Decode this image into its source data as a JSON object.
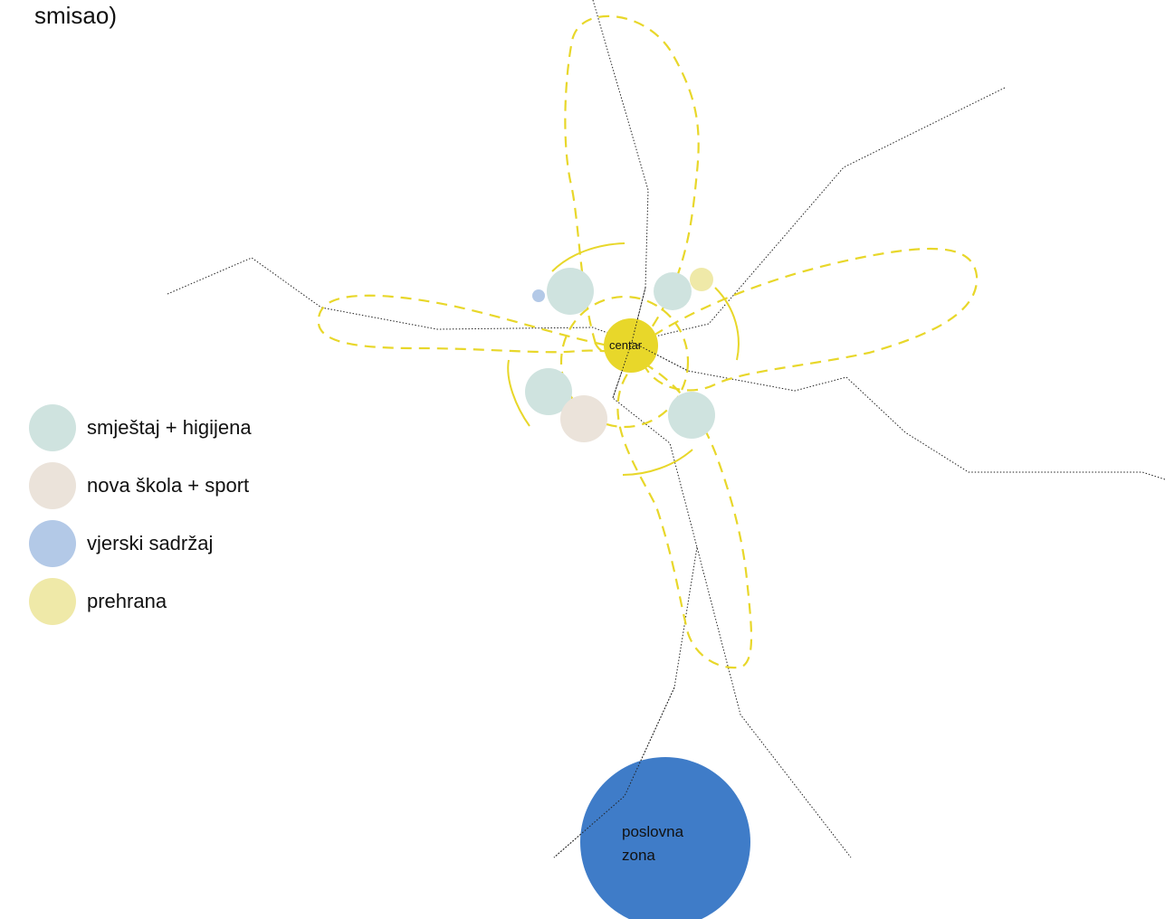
{
  "title": "smisao)",
  "colors": {
    "accommodation": "#cfe3df",
    "school": "#ebe3da",
    "religious": "#b3c9e7",
    "food": "#efe9a8",
    "center": "#e8d72a",
    "business": "#3f7cc8",
    "path": "#e8d72a",
    "road": "#222222"
  },
  "legend": [
    {
      "label": "smještaj + higijena",
      "color": "#cfe3df"
    },
    {
      "label": "nova škola + sport",
      "color": "#ebe3da"
    },
    {
      "label": "vjerski sadržaj",
      "color": "#b3c9e7"
    },
    {
      "label": "prehrana",
      "color": "#efe9a8"
    }
  ],
  "nodes": {
    "center_label": "centar",
    "business_label_line1": "poslovna",
    "business_label_line2": "zona"
  }
}
